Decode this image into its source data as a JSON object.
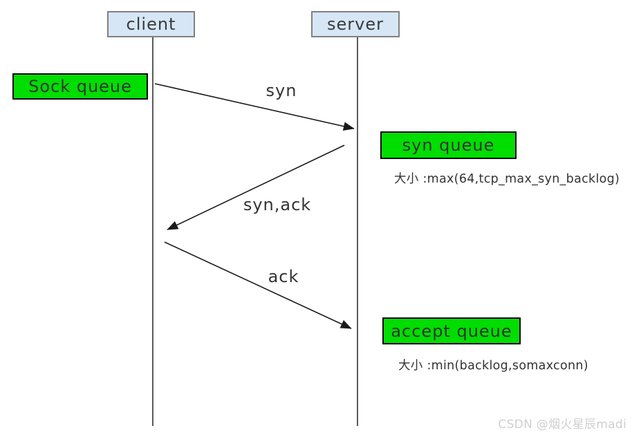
{
  "diagram": {
    "title": "tcp-three-way-handshake-queues-sequence-diagram",
    "actors": [
      {
        "id": "client",
        "label": "client"
      },
      {
        "id": "server",
        "label": "server"
      }
    ],
    "queues": [
      {
        "id": "sock-queue",
        "label": "Sock queue",
        "size_note": ""
      },
      {
        "id": "syn-queue",
        "label": "syn queue",
        "size_note": "大小 :max(64,tcp_max_syn_backlog)"
      },
      {
        "id": "accept-queue",
        "label": "accept queue",
        "size_note": "大小 :min(backlog,somaxconn)"
      }
    ],
    "messages": [
      {
        "id": "syn",
        "label": "syn",
        "from": "client",
        "to": "server"
      },
      {
        "id": "syn-ack",
        "label": "syn,ack",
        "from": "server",
        "to": "client"
      },
      {
        "id": "ack",
        "label": "ack",
        "from": "client",
        "to": "server"
      }
    ],
    "watermark": "CSDN @烟火星辰madi",
    "colors": {
      "actor_fill": "#d6e6f5",
      "actor_border": "#808080",
      "queue_fill": "#00dd00",
      "queue_border": "#000000",
      "lifeline": "#595959",
      "arrow": "#1a1a1a",
      "label_text": "#333333",
      "watermark_text": "#cfcfcf",
      "background": "#ffffff"
    }
  }
}
